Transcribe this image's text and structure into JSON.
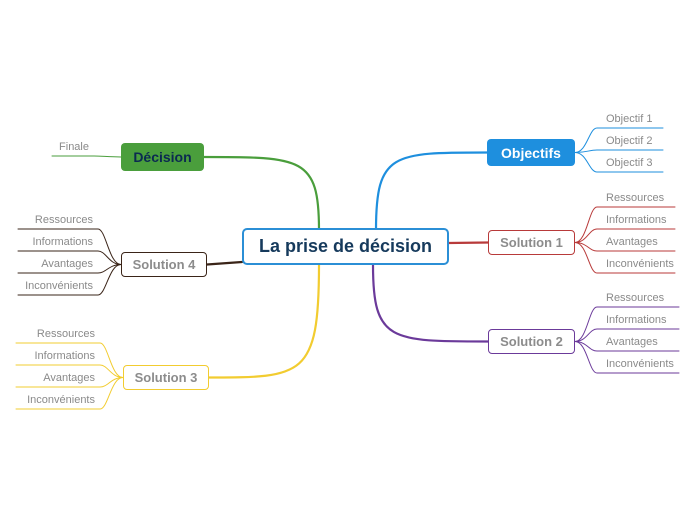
{
  "central": {
    "label": "La prise de décision",
    "color": "#2b8fd6"
  },
  "branches": {
    "objectifs": {
      "label": "Objectifs",
      "color": "#1e8fde",
      "children": [
        "Objectif 1",
        "Objectif 2",
        "Objectif 3"
      ]
    },
    "solution1": {
      "label": "Solution 1",
      "color": "#b83a3a",
      "children": [
        "Ressources",
        "Informations",
        "Avantages",
        "Inconvénients"
      ]
    },
    "solution2": {
      "label": "Solution 2",
      "color": "#6b3a9a",
      "children": [
        "Ressources",
        "Informations",
        "Avantages",
        "Inconvénients"
      ]
    },
    "decision": {
      "label": "Décision",
      "color": "#4a9e3c",
      "children": [
        "Finale"
      ]
    },
    "solution4": {
      "label": "Solution 4",
      "color": "#3a2418",
      "children": [
        "Ressources",
        "Informations",
        "Avantages",
        "Inconvénients"
      ]
    },
    "solution3": {
      "label": "Solution 3",
      "color": "#f2cc30",
      "children": [
        "Ressources",
        "Informations",
        "Avantages",
        "Inconvénients"
      ]
    }
  }
}
